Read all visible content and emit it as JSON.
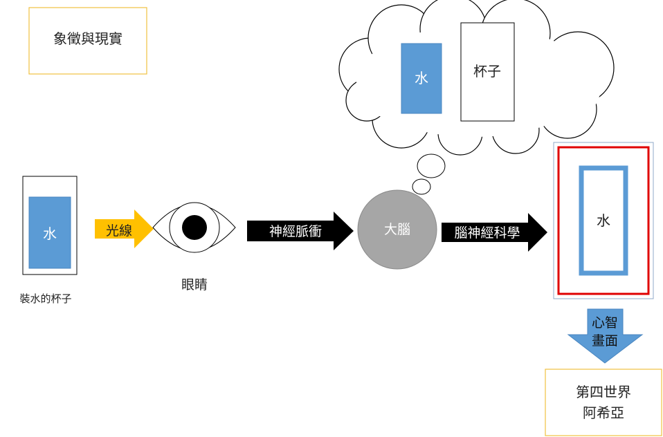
{
  "title": "象徵與現實",
  "cup_label": "裝水的杯子",
  "water": "水",
  "cup": "杯子",
  "light": "光線",
  "eye_label": "眼睛",
  "nerve": "神經脈衝",
  "brain": "大腦",
  "neuroscience": "腦神經科學",
  "mental_image_line1": "心智",
  "mental_image_line2": "畫面",
  "fourth_world_line1": "第四世界",
  "fourth_world_line2": "阿希亞",
  "colors": {
    "water_blue": "#5b9bd5",
    "arrow_gold": "#ffc000",
    "frame_red": "#e00000",
    "box_border_gold": "#f0c040",
    "brain_gray": "#a6a6a6"
  }
}
